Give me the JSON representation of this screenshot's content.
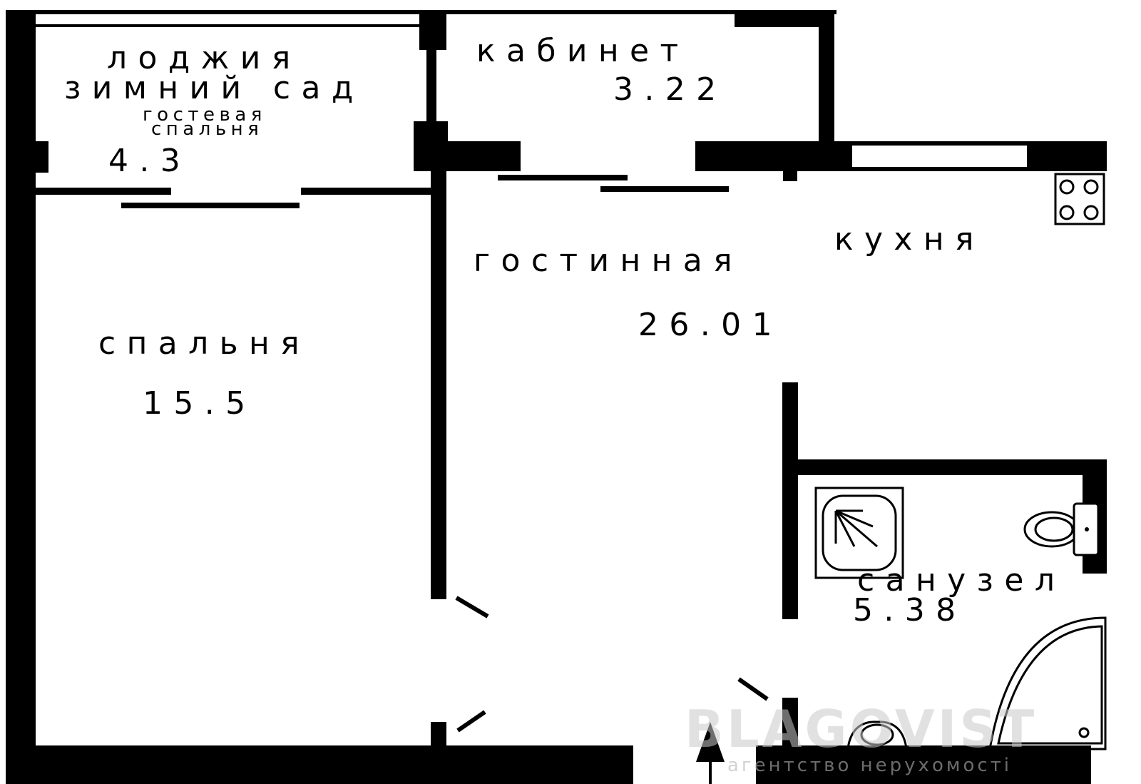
{
  "plan": {
    "rooms": [
      {
        "id": "loggia",
        "name_line1": "лоджия",
        "name_line2": "зимний сад",
        "subtitle_line1": "гостевая",
        "subtitle_line2": "спальня",
        "area": "4.3"
      },
      {
        "id": "cabinet",
        "name": "кабинет",
        "area": "3.22"
      },
      {
        "id": "living",
        "name": "гостинная",
        "area": "26.01"
      },
      {
        "id": "kitchen",
        "name": "кухня"
      },
      {
        "id": "bedroom",
        "name": "спальня",
        "area": "15.5"
      },
      {
        "id": "bathroom",
        "name": "санузел",
        "area": "5.38"
      }
    ],
    "fixtures": [
      "stove-icon",
      "shower-icon",
      "toilet-icon",
      "sink-icon",
      "bathtub-icon",
      "entrance-arrow-icon"
    ]
  },
  "watermark": {
    "brand": "BLAGOVIST",
    "tagline": "агентство нерухомості"
  }
}
